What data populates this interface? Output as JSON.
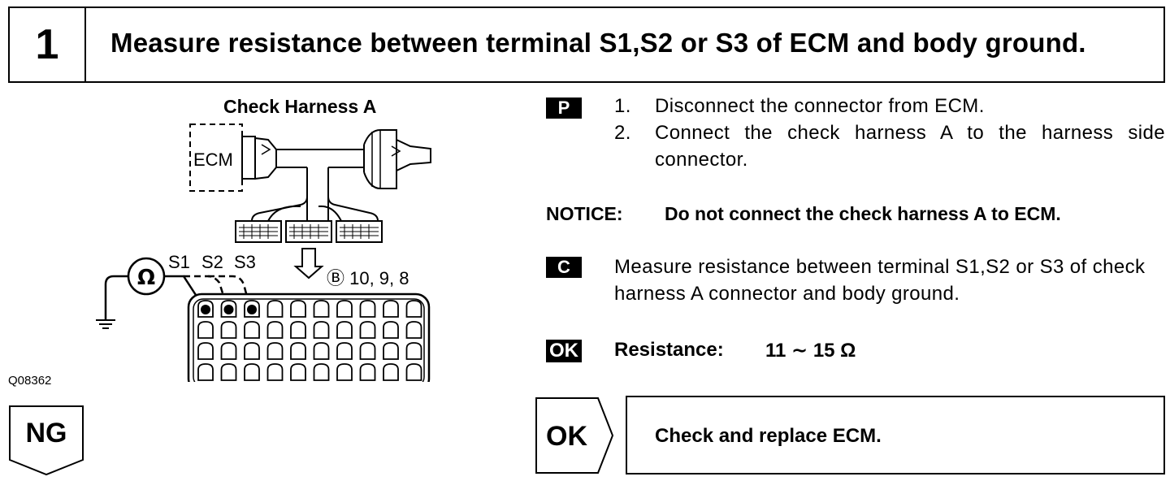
{
  "header": {
    "step_number": "1",
    "title": "Measure resistance between terminal S1,S2 or S3 of ECM and body ground."
  },
  "figure": {
    "caption": "Check Harness A",
    "ecm_label": "ECM",
    "ohm_symbol": "Ω",
    "terminal_labels": [
      "S1",
      "S2",
      "S3"
    ],
    "connector_ref": "Ⓑ 10, 9, 8",
    "figure_id": "Q08362"
  },
  "procedure": {
    "p_badge": "P",
    "steps": [
      {
        "num": "1.",
        "text": "Disconnect the connector from ECM."
      },
      {
        "num": "2.",
        "text": "Connect the check harness A to the harness side connector."
      }
    ],
    "notice_label": "NOTICE:",
    "notice_text": "Do not connect the check harness A to ECM.",
    "c_badge": "C",
    "measure_text": "Measure resistance between terminal S1,S2 or S3 of check harness A connector and body ground.",
    "ok_badge": "OK",
    "resistance_label": "Resistance:",
    "resistance_value": "11 ∼ 15 Ω"
  },
  "result": {
    "ng_label": "NG",
    "ok_label": "OK",
    "ok_action": "Check and replace ECM."
  }
}
